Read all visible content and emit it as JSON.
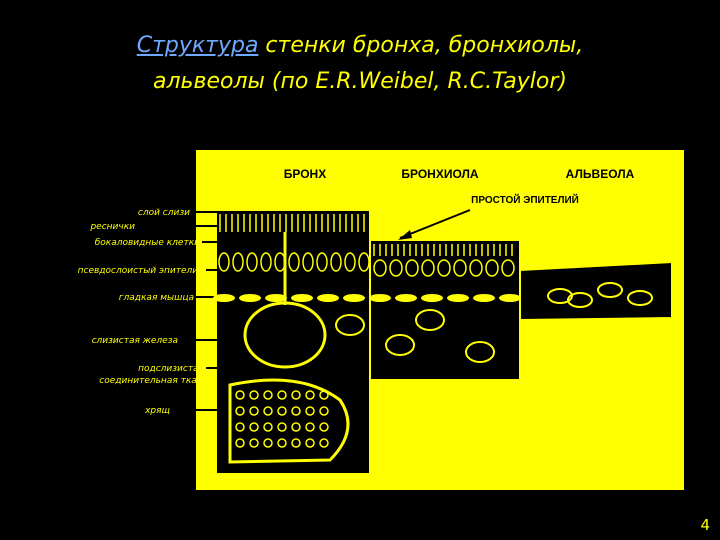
{
  "slide": {
    "title_link": "Структура",
    "title_rest_line1": " стенки бронха, бронхиолы,",
    "title_line2": "альвеолы (по E.R.Weibel, R.C.Taylor)",
    "page_number": "4"
  },
  "diagram": {
    "column_headers": {
      "bronchus": "БРОНХ",
      "bronchiole": "БРОНХИОЛА",
      "alveolus": "АЛЬВЕОЛА"
    },
    "simple_epithelium_label": "ПРОСТОЙ ЭПИТЕЛИЙ",
    "labels": [
      "слой слизи",
      "реснички",
      "бокаловидные клетки",
      "псевдослоистый эпителий",
      "гладкая мышца",
      "слизистая железа",
      "подслизистая",
      "соединительная ткань",
      "хрящ"
    ],
    "colors": {
      "line": "#ffff00",
      "background": "#000000"
    }
  }
}
